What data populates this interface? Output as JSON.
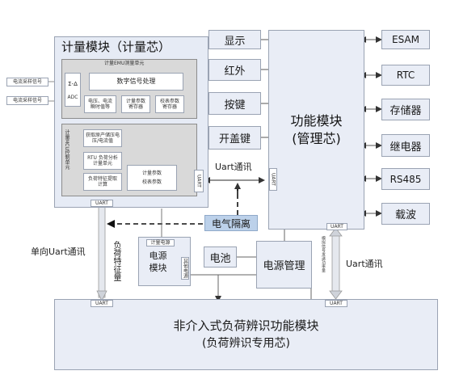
{
  "meter": {
    "title": "计量模块（计量芯）",
    "emu_title": "计量EMU测量单元",
    "sensor1": "电流采样信号",
    "sensor2": "电流采样信号",
    "adc_sigma": "Σ-Δ",
    "adc": "ADC",
    "dsp": "数字信号处理",
    "volt_current": "电压、电流\n瞬时值等",
    "meter_reg": "计量参数\n寄存器",
    "calib_reg": "校表参数\n寄存器",
    "mcu_label": "计量MCU控制单元",
    "mcu_items": [
      "获取原产储压电压/电流值",
      "RTU 负荷分析\n计量单元",
      "负荷特征提取\n计算"
    ],
    "params1": "计量参数",
    "params2": "校表参数",
    "uart_mid": "UART",
    "uart_bottom": "UART"
  },
  "func": {
    "title": "功能模块\n(管理芯)",
    "uart_left": "UART",
    "uart_bottom": "UART",
    "left_items": [
      "显示",
      "红外",
      "按键",
      "开盖键"
    ],
    "right_items": [
      "ESAM",
      "RTC",
      "存储器",
      "继电器",
      "RS485",
      "载波"
    ]
  },
  "links": {
    "uart_comm": "Uart通讯",
    "isolation": "电气隔离",
    "one_way": "单向Uart通讯",
    "load_feature": "负荷特征量",
    "uart_comm_right": "Uart通讯",
    "power_signal": "模拟信号发送功率量"
  },
  "power": {
    "module": "电源\n模块",
    "meter_power": "计量电源",
    "other_power": "其他电源",
    "battery": "电池",
    "mgmt": "电源管理"
  },
  "nilm": {
    "title": "非介入式负荷辨识功能模块",
    "subtitle": "(负荷辨识专用芯)",
    "uart_left": "UART",
    "uart_right": "UART"
  }
}
